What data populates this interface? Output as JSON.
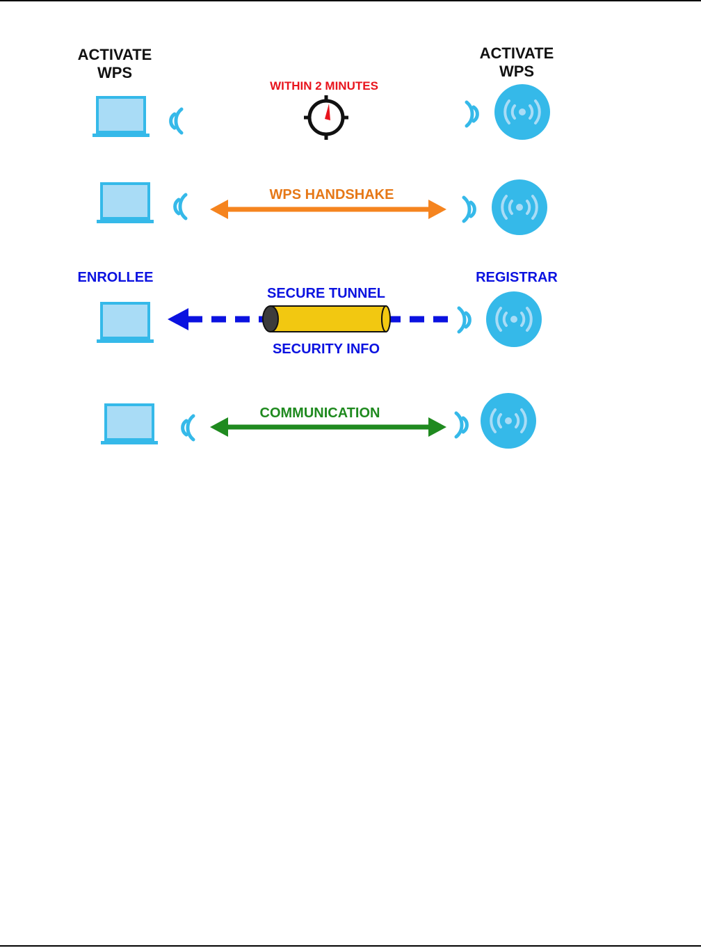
{
  "diagram": {
    "row1": {
      "left_label_line1": "ACTIVATE",
      "left_label_line2": "WPS",
      "right_label_line1": "ACTIVATE",
      "right_label_line2": "WPS",
      "timer_label": "WITHIN 2 MINUTES"
    },
    "row2": {
      "arrow_label": "WPS HANDSHAKE"
    },
    "row3": {
      "left_label": "ENROLLEE",
      "right_label": "REGISTRAR",
      "tunnel_top_label": "SECURE TUNNEL",
      "tunnel_bottom_label": "SECURITY INFO"
    },
    "row4": {
      "arrow_label": "COMMUNICATION"
    }
  },
  "icons": {
    "client": "laptop-icon",
    "access_point": "wireless-ap-icon",
    "signal": "wifi-signal-icon",
    "timer": "stopwatch-icon"
  },
  "colors": {
    "black_label": "#111111",
    "red_label": "#e8141d",
    "orange": "#f5841f",
    "orange_text": "#e67817",
    "blue": "#0b12e0",
    "green": "#1f8a1f",
    "wifi_blue": "#35b9e9",
    "laptop_fill": "#a9dcf6",
    "tunnel_yellow": "#f2c811"
  }
}
